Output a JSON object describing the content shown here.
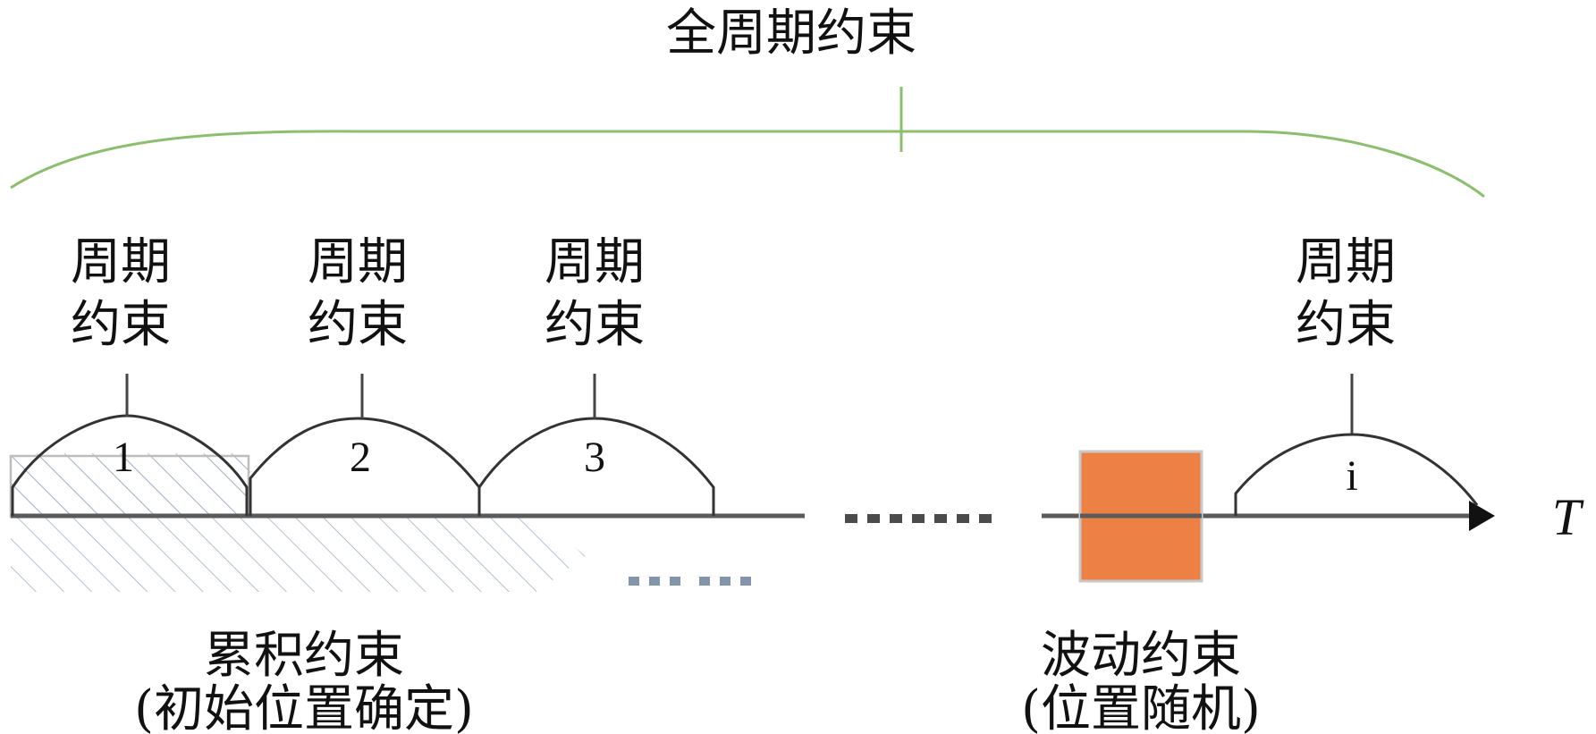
{
  "top_label": "全周期约束",
  "periods": [
    {
      "line1": "周期",
      "line2": "约束",
      "index": "1"
    },
    {
      "line1": "周期",
      "line2": "约束",
      "index": "2"
    },
    {
      "line1": "周期",
      "line2": "约束",
      "index": "3"
    },
    {
      "line1": "周期",
      "line2": "约束",
      "index": "i"
    }
  ],
  "axis_label": "T",
  "cumulative": {
    "title": "累积约束",
    "subtitle": "(初始位置确定)"
  },
  "fluctuation": {
    "title": "波动约束",
    "subtitle": "(位置随机)"
  },
  "colors": {
    "brace": "#8bbf6e",
    "line": "#5a5a5a",
    "fluctuation_box": "#ec8045",
    "fluctuation_border": "#c9c9c9",
    "hatch": "#9db2c8",
    "dots_gray": "#4b4b4b",
    "dots_blue": "#8295ad"
  }
}
